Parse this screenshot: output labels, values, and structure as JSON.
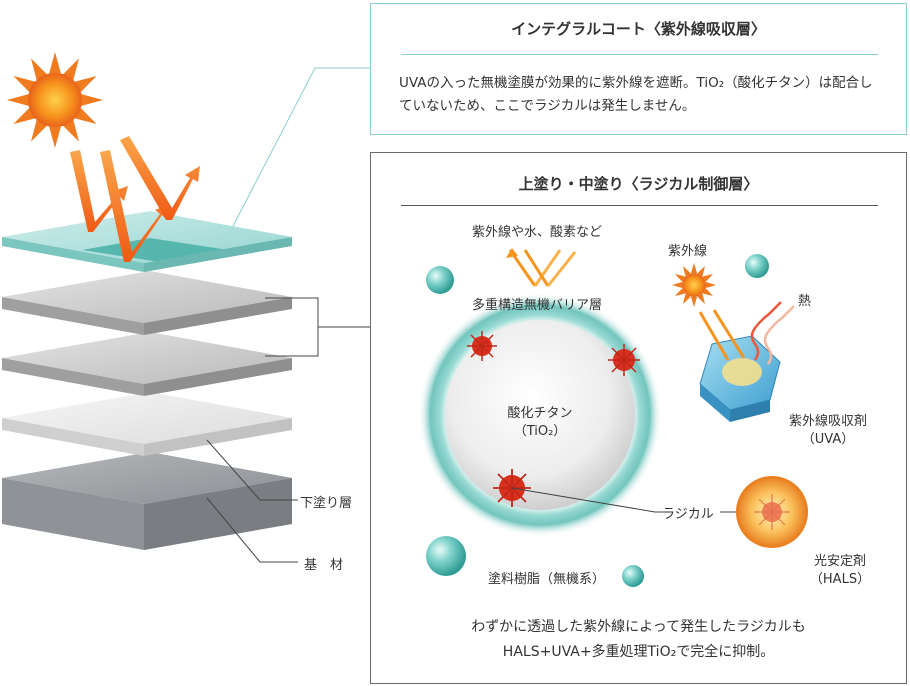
{
  "coat_box": {
    "title": "インテグラルコート〈紫外線吸収層〉",
    "body": "UVAの入った無機塗膜が効果的に紫外線を遮断。TiO₂（酸化チタン）は配合していないため、ここでラジカルは発生しません。"
  },
  "radical_box": {
    "title": "上塗り・中塗り〈ラジカル制御層〉",
    "label_uv_water_oxygen": "紫外線や水、酸素など",
    "label_barrier": "多重構造無機バリア層",
    "label_uv": "紫外線",
    "label_heat": "熱",
    "label_tio2": "酸化チタン",
    "label_tio2_formula": "（TiO₂）",
    "label_uva_absorber": "紫外線吸収剤",
    "label_uva": "（UVA）",
    "label_radical": "ラジカル",
    "label_hals_name": "光安定剤",
    "label_hals": "（HALS）",
    "label_resin": "塗料樹脂（無機系）",
    "footer_line1": "わずかに透過した紫外線によって発生したラジカルも",
    "footer_line2": "HALS+UVA+多重処理TiO₂で完全に抑制。"
  },
  "layers": {
    "label_undercoat": "下塗り層",
    "label_substrate": "基　材"
  },
  "colors": {
    "teal": "#54b9b3",
    "orange": "#f07b1e",
    "frame": "#6a6a6a"
  }
}
